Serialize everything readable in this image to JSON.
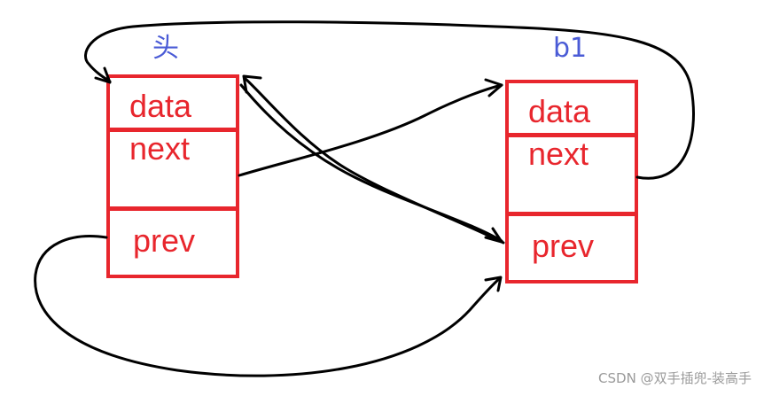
{
  "nodes": {
    "head": {
      "title": "头",
      "data_label": "data",
      "next_label": "next",
      "prev_label": "prev"
    },
    "b1": {
      "title": "b1",
      "data_label": "data",
      "next_label": "next",
      "prev_label": "prev"
    }
  },
  "watermark": "CSDN @双手插兜-装高手",
  "colors": {
    "box": "#e8262d",
    "title": "#4a5bd6",
    "arrow": "#000000"
  }
}
